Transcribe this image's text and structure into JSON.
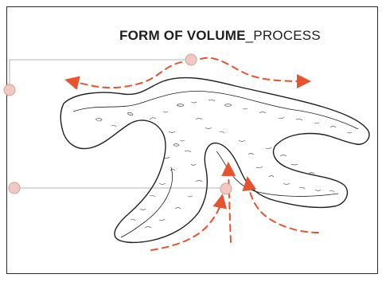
{
  "title": {
    "bold_part": "FORM OF VOLUME",
    "light_part": "_PROCESS"
  },
  "colors": {
    "arrow": "#e8532e",
    "marker_fill": "#f2c8c0",
    "marker_stroke": "#c9a39b",
    "guide_line": "#9a9a9a",
    "outline": "#1f1f1f"
  },
  "icons": {
    "marker": "circle-marker",
    "arrow": "dashed-arrow"
  }
}
